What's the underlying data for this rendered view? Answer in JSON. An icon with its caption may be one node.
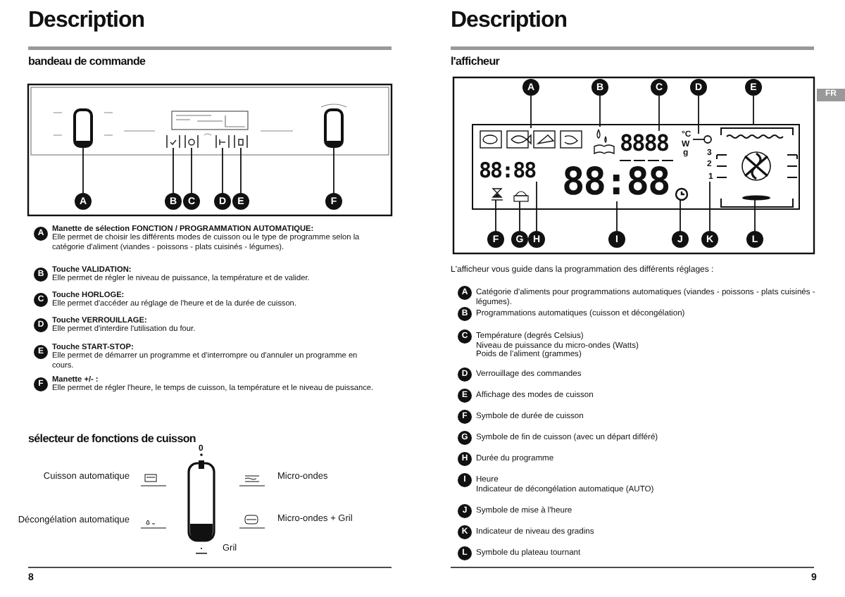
{
  "diagram": {
    "nodes": [
      {
        "text": [],
        "shape": "knob"
      },
      {
        "text": [],
        "shape": "button"
      },
      {
        "text": [],
        "shape": "button"
      },
      {
        "text": [],
        "shape": "button"
      },
      {
        "text": [],
        "shape": "button"
      },
      {
        "text": [],
        "shape": "knob"
      },
      {
        "text": [
          "A"
        ]
      },
      {
        "text": [
          "B"
        ]
      },
      {
        "text": [
          "C"
        ]
      },
      {
        "text": [
          "D"
        ]
      },
      {
        "text": [
          "E"
        ]
      },
      {
        "text": [
          "F"
        ]
      },
      {
        "text": [
          "A"
        ]
      },
      {
        "text": [
          "B"
        ]
      },
      {
        "text": [
          "C"
        ]
      },
      {
        "text": [
          "D"
        ]
      },
      {
        "text": [
          "E"
        ]
      },
      {
        "text": [
          "F"
        ]
      },
      {
        "text": [
          "G"
        ]
      },
      {
        "text": [
          "H"
        ]
      },
      {
        "text": [
          "I"
        ]
      },
      {
        "text": [
          "J"
        ]
      },
      {
        "text": [
          "K"
        ]
      },
      {
        "text": [
          "L"
        ]
      },
      {
        "text": [
          "A"
        ],
        "beside": [
          "Manette de sélection FONCTION / PROGRAMMATION AUTOMATIQUE:",
          "Elle permet de choisir les différents modes de cuisson ou le type de programme selon la catégorie d'aliment (viandes - poissons - plats cuisinés - légumes)."
        ]
      },
      {
        "text": [
          "B"
        ],
        "beside": [
          "Touche VALIDATION:",
          "Elle permet de régler le niveau de puissance, la température et de valider."
        ]
      },
      {
        "text": [
          "C"
        ],
        "beside": [
          "Touche HORLOGE:",
          "Elle permet d'accéder au réglage de l'heure et de la durée de cuisson."
        ]
      },
      {
        "text": [
          "D"
        ],
        "beside": [
          "Touche VERROUILLAGE:",
          "Elle permet d'interdire l'utilisation du four."
        ]
      },
      {
        "text": [
          "E"
        ],
        "beside": [
          "Touche START-STOP:",
          "Elle permet de démarrer un programme et d'interrompre ou d'annuler un programme en cours."
        ]
      },
      {
        "text": [
          "F"
        ],
        "beside": [
          "Manette +/- :",
          "Elle permet de régler l'heure, le temps de cuisson, la température et le niveau de puissance."
        ]
      },
      {
        "text": [
          "A"
        ],
        "beside": [
          "Catégorie d'aliments pour programmations automatiques (viandes - poissons - plats cuisinés - légumes)."
        ]
      },
      {
        "text": [
          "B"
        ],
        "beside": [
          "Programmations automatiques (cuisson et décongélation)"
        ]
      },
      {
        "text": [
          "C"
        ],
        "beside": [
          "Température (degrés Celsius)",
          "Niveau de puissance du micro-ondes (Watts)",
          "Poids de l'aliment (grammes)"
        ]
      },
      {
        "text": [
          "D"
        ],
        "beside": [
          "Verrouillage des commandes"
        ]
      },
      {
        "text": [
          "E"
        ],
        "beside": [
          "Affichage des modes de cuisson"
        ]
      },
      {
        "text": [
          "F"
        ],
        "beside": [
          "Symbole de durée de cuisson"
        ]
      },
      {
        "text": [
          "G"
        ],
        "beside": [
          "Symbole de fin de cuisson (avec un départ différé)"
        ]
      },
      {
        "text": [
          "H"
        ],
        "beside": [
          "Durée du programme"
        ]
      },
      {
        "text": [
          "I"
        ],
        "beside": [
          "Heure",
          "Indicateur de décongélation automatique (AUTO)"
        ]
      },
      {
        "text": [
          "J"
        ],
        "beside": [
          "Symbole de mise à l'heure"
        ]
      },
      {
        "text": [
          "K"
        ],
        "beside": [
          "Indicateur de niveau des gradins"
        ]
      },
      {
        "text": [
          "L"
        ],
        "beside": [
          "Symbole du plateau tournant"
        ]
      },
      {
        "text": [],
        "shape": "box"
      },
      {
        "text": [],
        "shape": "icon",
        "in": 42
      },
      {
        "text": [],
        "shape": "icon",
        "in": 42
      },
      {
        "text": [
          "8888"
        ],
        "in": 42
      },
      {
        "text": [],
        "shape": "icon",
        "in": 42
      },
      {
        "text": [],
        "shape": "picture",
        "in": 42
      },
      {
        "text": [],
        "shape": "icon",
        "in": 42
      },
      {
        "text": [],
        "shape": "icon",
        "in": 42
      },
      {
        "text": [
          "88:88"
        ],
        "in": 42
      },
      {
        "text": [
          "88:88"
        ],
        "in": 42
      },
      {
        "text": [],
        "shape": "icon",
        "in": 42
      },
      {
        "text": [
          "1"
        ],
        "in": 42
      },
      {
        "text": [],
        "shape": "icon",
        "in": 47
      }
    ],
    "edges": [
      {
        "from": 6,
        "to": 0,
        "arrow": "none"
      },
      {
        "from": 7,
        "to": 1,
        "arrow": "none"
      },
      {
        "from": 8,
        "to": 2,
        "arrow": "none"
      },
      {
        "from": 9,
        "to": 3,
        "arrow": "none"
      },
      {
        "from": 10,
        "to": 4,
        "arrow": "none"
      },
      {
        "from": 11,
        "to": 5,
        "arrow": "none"
      },
      {
        "from": 12,
        "to": 43,
        "arrow": "none"
      },
      {
        "from": 13,
        "to": 44,
        "arrow": "none"
      },
      {
        "from": 14,
        "to": 45,
        "arrow": "none"
      },
      {
        "from": 15,
        "to": 46,
        "arrow": "none"
      },
      {
        "from": 16,
        "to": 47,
        "arrow": "none"
      },
      {
        "from": 17,
        "to": 48,
        "arrow": "none"
      },
      {
        "from": 18,
        "to": 49,
        "arrow": "none"
      },
      {
        "from": 19,
        "to": 50,
        "arrow": "none"
      },
      {
        "from": 20,
        "to": 51,
        "arrow": "none"
      },
      {
        "from": 21,
        "to": 52,
        "arrow": "none"
      },
      {
        "from": 22,
        "to": 53,
        "arrow": "none"
      },
      {
        "from": 23,
        "to": 54,
        "arrow": "none"
      }
    ],
    "labels": [
      "Description",
      "bandeau de commande",
      "sélecteur de fonctions de cuisson",
      "0",
      "Cuisson automatique",
      "Micro-ondes",
      "Décongélation automatique",
      "Micro-ondes + Gril",
      "Gril",
      "8",
      "Description",
      "FR",
      "l'afficheur",
      "°C",
      "W",
      "g",
      "3",
      "2",
      "L'afficheur vous guide dans la programmation des différents réglages :",
      "9"
    ]
  }
}
